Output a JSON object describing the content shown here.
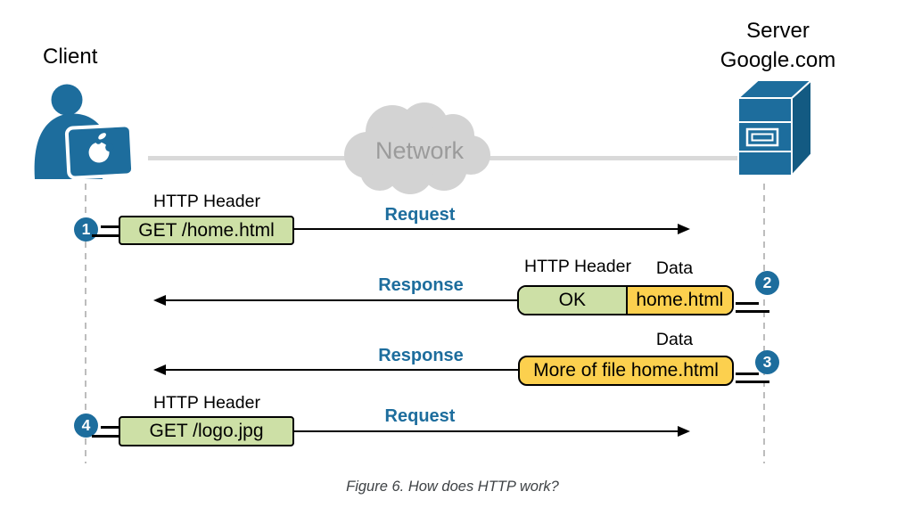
{
  "colors": {
    "accent_blue": "#1d6d9d",
    "accent_blue_dark": "#135a82",
    "green_box": "#cde0a6",
    "yellow_box": "#fcd04e",
    "cloud_gray": "#d3d3d3",
    "cloud_text": "#9b9b9b",
    "line_gray": "#d9d9d9",
    "lifeline_gray": "#bdbdbd",
    "caption_gray": "#3e4245"
  },
  "nodes": {
    "client": {
      "label": "Client",
      "icon": "person-at-laptop-icon"
    },
    "server": {
      "label_line1": "Server",
      "label_line2": "Google.com",
      "icon": "server-icon"
    },
    "network": {
      "label": "Network",
      "icon": "cloud-icon"
    }
  },
  "steps": [
    {
      "number": "1",
      "header_label": "HTTP Header",
      "header_box": "GET /home.html",
      "arrow_label": "Request",
      "direction": "right"
    },
    {
      "number": "2",
      "header_label": "HTTP Header",
      "data_label": "Data",
      "header_box": "OK",
      "data_box": "home.html",
      "arrow_label": "Response",
      "direction": "left"
    },
    {
      "number": "3",
      "data_label": "Data",
      "data_box": "More of file home.html",
      "arrow_label": "Response",
      "direction": "left"
    },
    {
      "number": "4",
      "header_label": "HTTP Header",
      "header_box": "GET /logo.jpg",
      "arrow_label": "Request",
      "direction": "right"
    }
  ],
  "caption": "Figure 6. How does HTTP work?"
}
